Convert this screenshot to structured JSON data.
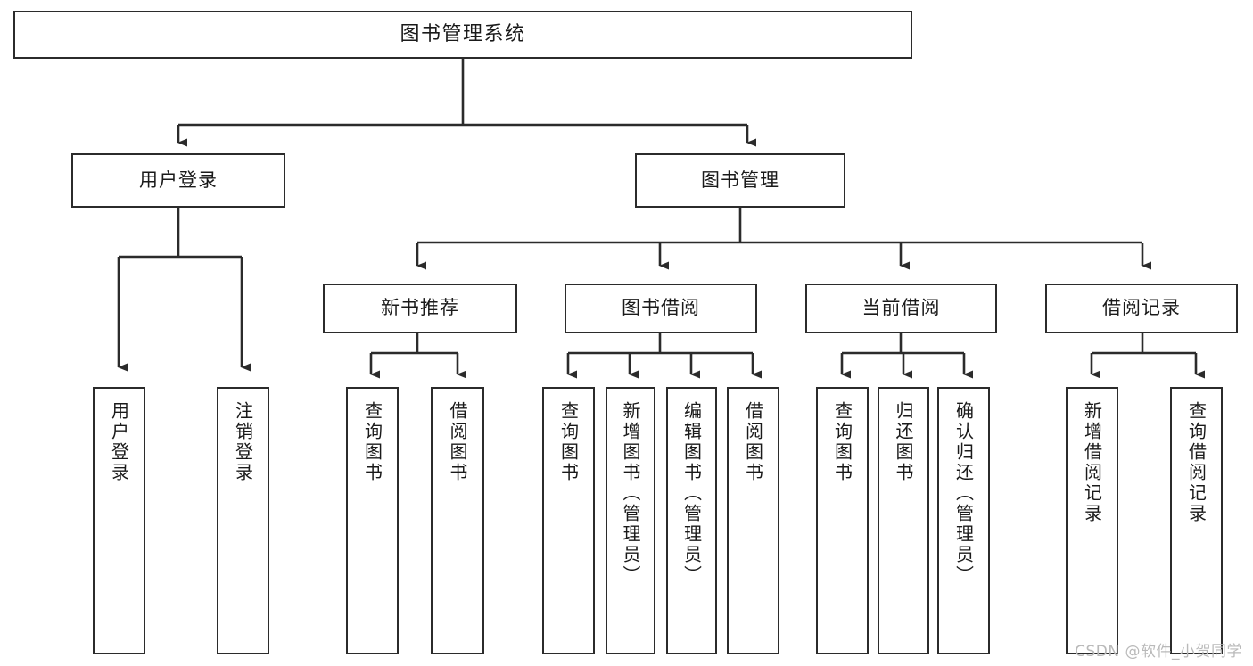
{
  "diagram": {
    "title": "图书管理系统",
    "type": "功能结构图",
    "line_color": "#2b2b2b",
    "box_fill": "#ffffff",
    "watermark": "CSDN @软件_小贺同学"
  },
  "nodes": {
    "root": {
      "label": "图书管理系统"
    },
    "level2": [
      {
        "label": "用户登录"
      },
      {
        "label": "图书管理"
      }
    ],
    "level3": [
      {
        "label": "新书推荐"
      },
      {
        "label": "图书借阅"
      },
      {
        "label": "当前借阅"
      },
      {
        "label": "借阅记录"
      }
    ],
    "leaves": [
      {
        "label": "用户登录"
      },
      {
        "label": "注销登录"
      },
      {
        "label": "查询图书"
      },
      {
        "label": "借阅图书"
      },
      {
        "label": "查询图书"
      },
      {
        "label": "新增图书（管理员）"
      },
      {
        "label": "编辑图书（管理员）"
      },
      {
        "label": "借阅图书"
      },
      {
        "label": "查询图书"
      },
      {
        "label": "归还图书"
      },
      {
        "label": "确认归还（管理员）"
      },
      {
        "label": "新增借阅记录"
      },
      {
        "label": "查询借阅记录"
      }
    ]
  },
  "tree": {
    "图书管理系统": [
      "用户登录",
      "图书管理"
    ],
    "用户登录": [
      "用户登录",
      "注销登录"
    ],
    "图书管理": [
      "新书推荐",
      "图书借阅",
      "当前借阅",
      "借阅记录"
    ],
    "新书推荐": [
      "查询图书",
      "借阅图书"
    ],
    "图书借阅": [
      "查询图书",
      "新增图书（管理员）",
      "编辑图书（管理员）",
      "借阅图书"
    ],
    "当前借阅": [
      "查询图书",
      "归还图书",
      "确认归还（管理员）"
    ],
    "借阅记录": [
      "新增借阅记录",
      "查询借阅记录"
    ]
  }
}
